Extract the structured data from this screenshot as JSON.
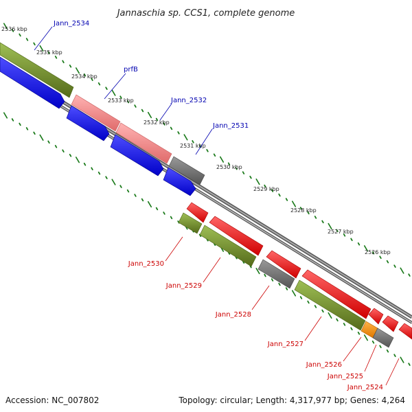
{
  "title": "Jannaschia sp. CCS1, complete genome",
  "accession": "Accession: NC_007802",
  "summary": "Topology: circular; Length: 4,317,977 bp; Genes: 4,264",
  "kbp_labels": [
    "2536 kbp",
    "2535 kbp",
    "2534 kbp",
    "2533 kbp",
    "2532 kbp",
    "2531 kbp",
    "2530 kbp",
    "2529 kbp",
    "2528 kbp",
    "2527 kbp",
    "2526 kbp"
  ],
  "genes_forward": [
    "Jann_2534",
    "prfB",
    "Jann_2532",
    "Jann_2531"
  ],
  "genes_reverse": [
    "Jann_2530",
    "Jann_2529",
    "Jann_2528",
    "Jann_2527",
    "Jann_2526",
    "Jann_2525",
    "Jann_2524"
  ],
  "colors": {
    "olive": "#6b8e23",
    "blue": "#0000ff",
    "salmon": "#f08080",
    "gray": "#696969",
    "red": "#ff0000",
    "orange": "#ff8c00",
    "tick": "#1a7a1a",
    "backbone": "#808080"
  }
}
